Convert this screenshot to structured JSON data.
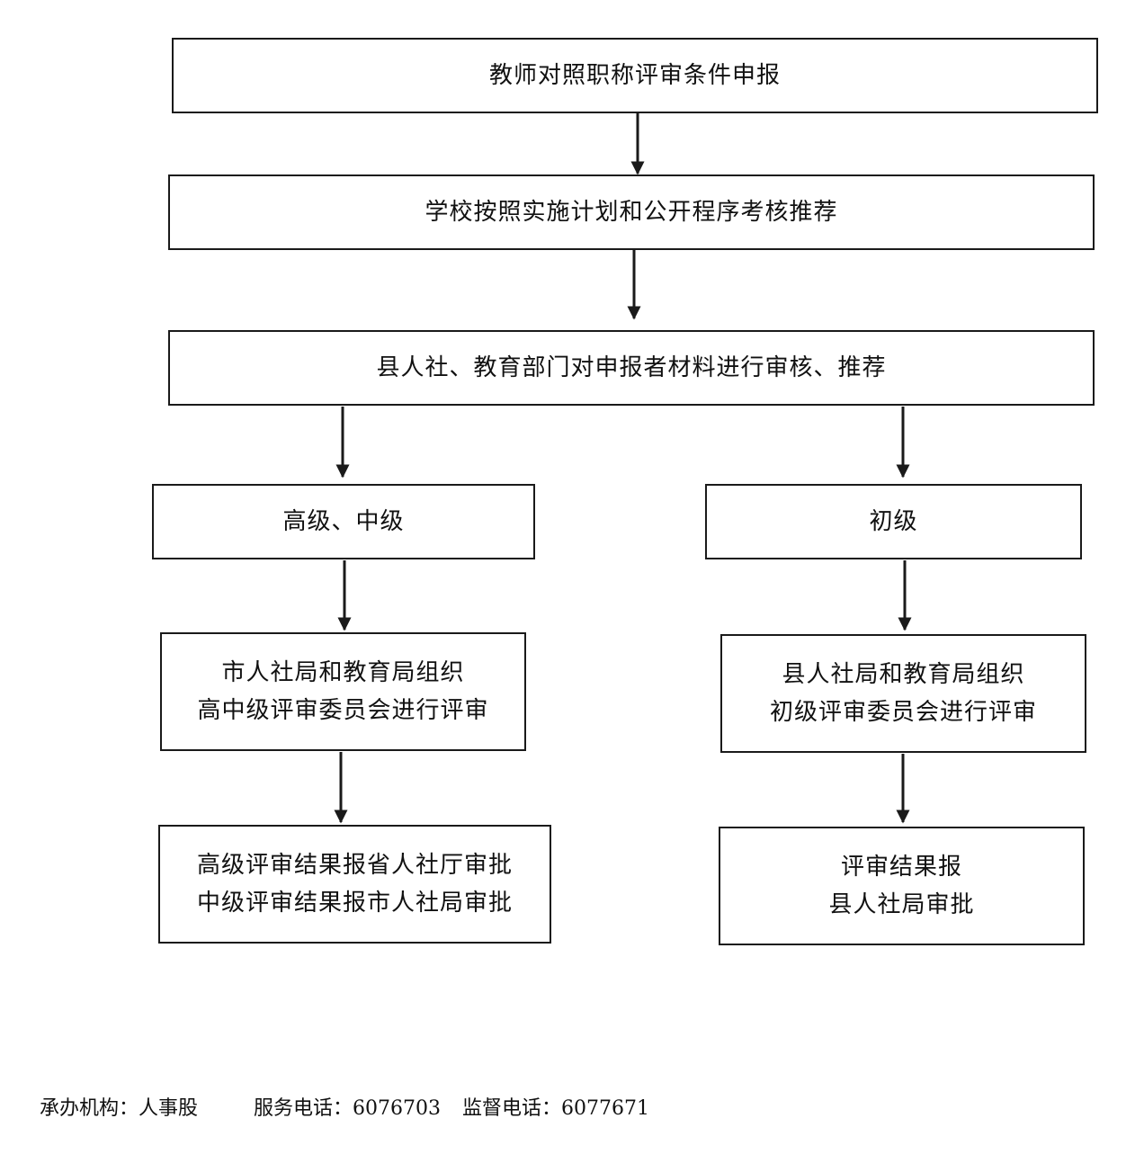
{
  "steps": {
    "step1": "教师对照职称评审条件申报",
    "step2": "学校按照实施计划和公开程序考核推荐",
    "step3": "县人社、教育部门对申报者材料进行审核、推荐"
  },
  "left_branch": {
    "level": "高级、中级",
    "review_line1": "市人社局和教育局组织",
    "review_line2": "高中级评审委员会进行评审",
    "approval_line1": "高级评审结果报省人社厅审批",
    "approval_line2": "中级评审结果报市人社局审批"
  },
  "right_branch": {
    "level": "初级",
    "review_line1": "县人社局和教育局组织",
    "review_line2": "初级评审委员会进行评审",
    "approval_line1": "评审结果报",
    "approval_line2": "县人社局审批"
  },
  "footer": {
    "agency": "承办机构：人事股",
    "service_phone": "服务电话：6076703",
    "supervision_phone": "监督电话：6077671"
  }
}
